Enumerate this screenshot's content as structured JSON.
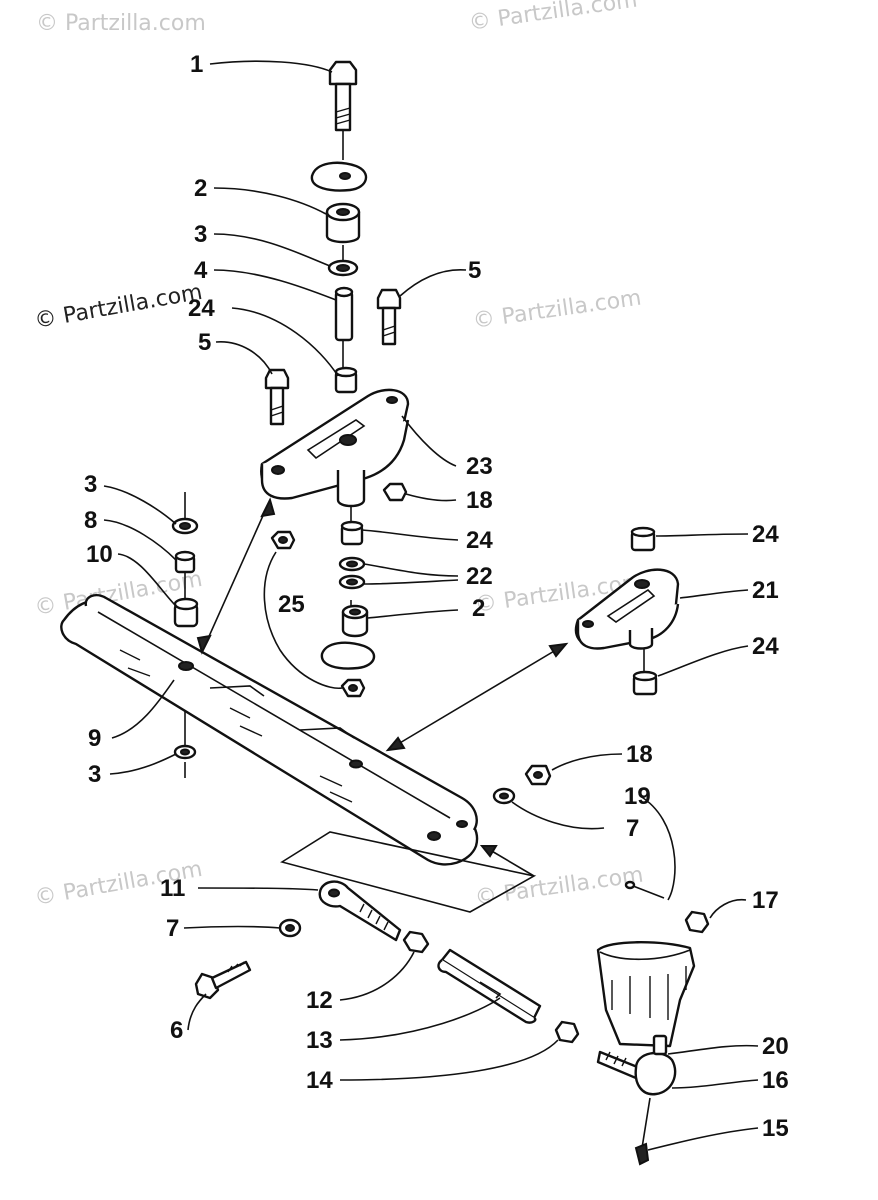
{
  "watermarks": [
    "© Partzilla.com",
    "© Partzilla.com",
    "© Partzilla.com",
    "© Partzilla.com",
    "© Partzilla.com",
    "© Partzilla.com",
    "© Partzilla.com",
    "© Partzilla.com"
  ],
  "callouts": [
    "1",
    "2",
    "3",
    "4",
    "24",
    "5",
    "5",
    "3",
    "8",
    "10",
    "25",
    "9",
    "3",
    "23",
    "18",
    "24",
    "22",
    "2",
    "24",
    "21",
    "24",
    "18",
    "7",
    "19",
    "17",
    "11",
    "7",
    "6",
    "12",
    "13",
    "14",
    "20",
    "16",
    "15"
  ],
  "parts": [
    "bolt",
    "washer-plate",
    "bushing",
    "washer",
    "sleeve",
    "bolt",
    "bushing",
    "bolt",
    "steering-arm",
    "nut",
    "spindle-boss",
    "bushing",
    "washers",
    "bushing",
    "washer-plate",
    "nut",
    "washer",
    "bushing",
    "bushing",
    "tie-bar",
    "washer",
    "steering-arm-right",
    "bushing",
    "bushing",
    "nut",
    "washer",
    "cotter-pin",
    "nut",
    "tie-rod-end",
    "washer",
    "bolt",
    "jam-nut",
    "adjuster-sleeve",
    "jam-nut",
    "ball-joint",
    "spindle-housing",
    "grease-fitting"
  ]
}
